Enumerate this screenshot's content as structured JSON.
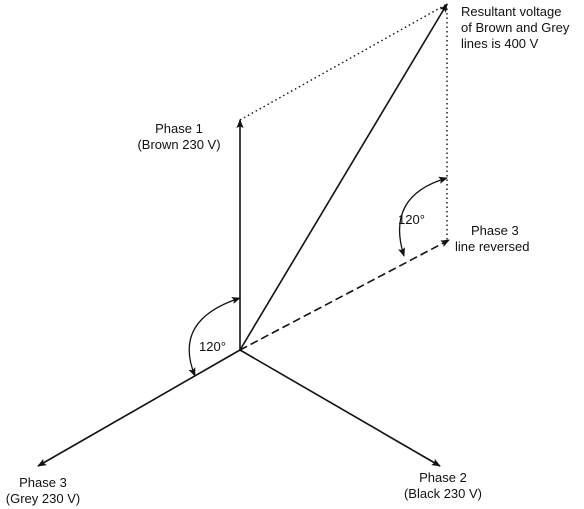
{
  "labels": {
    "phase1_title": "Phase 1",
    "phase1_sub": "(Brown 230 V)",
    "phase2_title": "Phase 2",
    "phase2_sub": "(Black 230 V)",
    "phase3_title": "Phase 3",
    "phase3_sub": "(Grey 230 V)",
    "phase3_rev_title": "Phase 3",
    "phase3_rev_sub": "line reversed",
    "resultant_line1": "Resultant voltage",
    "resultant_line2": "of Brown and Grey",
    "resultant_line3": "lines is 400 V",
    "angle_origin": "120°",
    "angle_reversed": "120°"
  },
  "colors": {
    "line": "#111111",
    "background": "#ffffff"
  }
}
